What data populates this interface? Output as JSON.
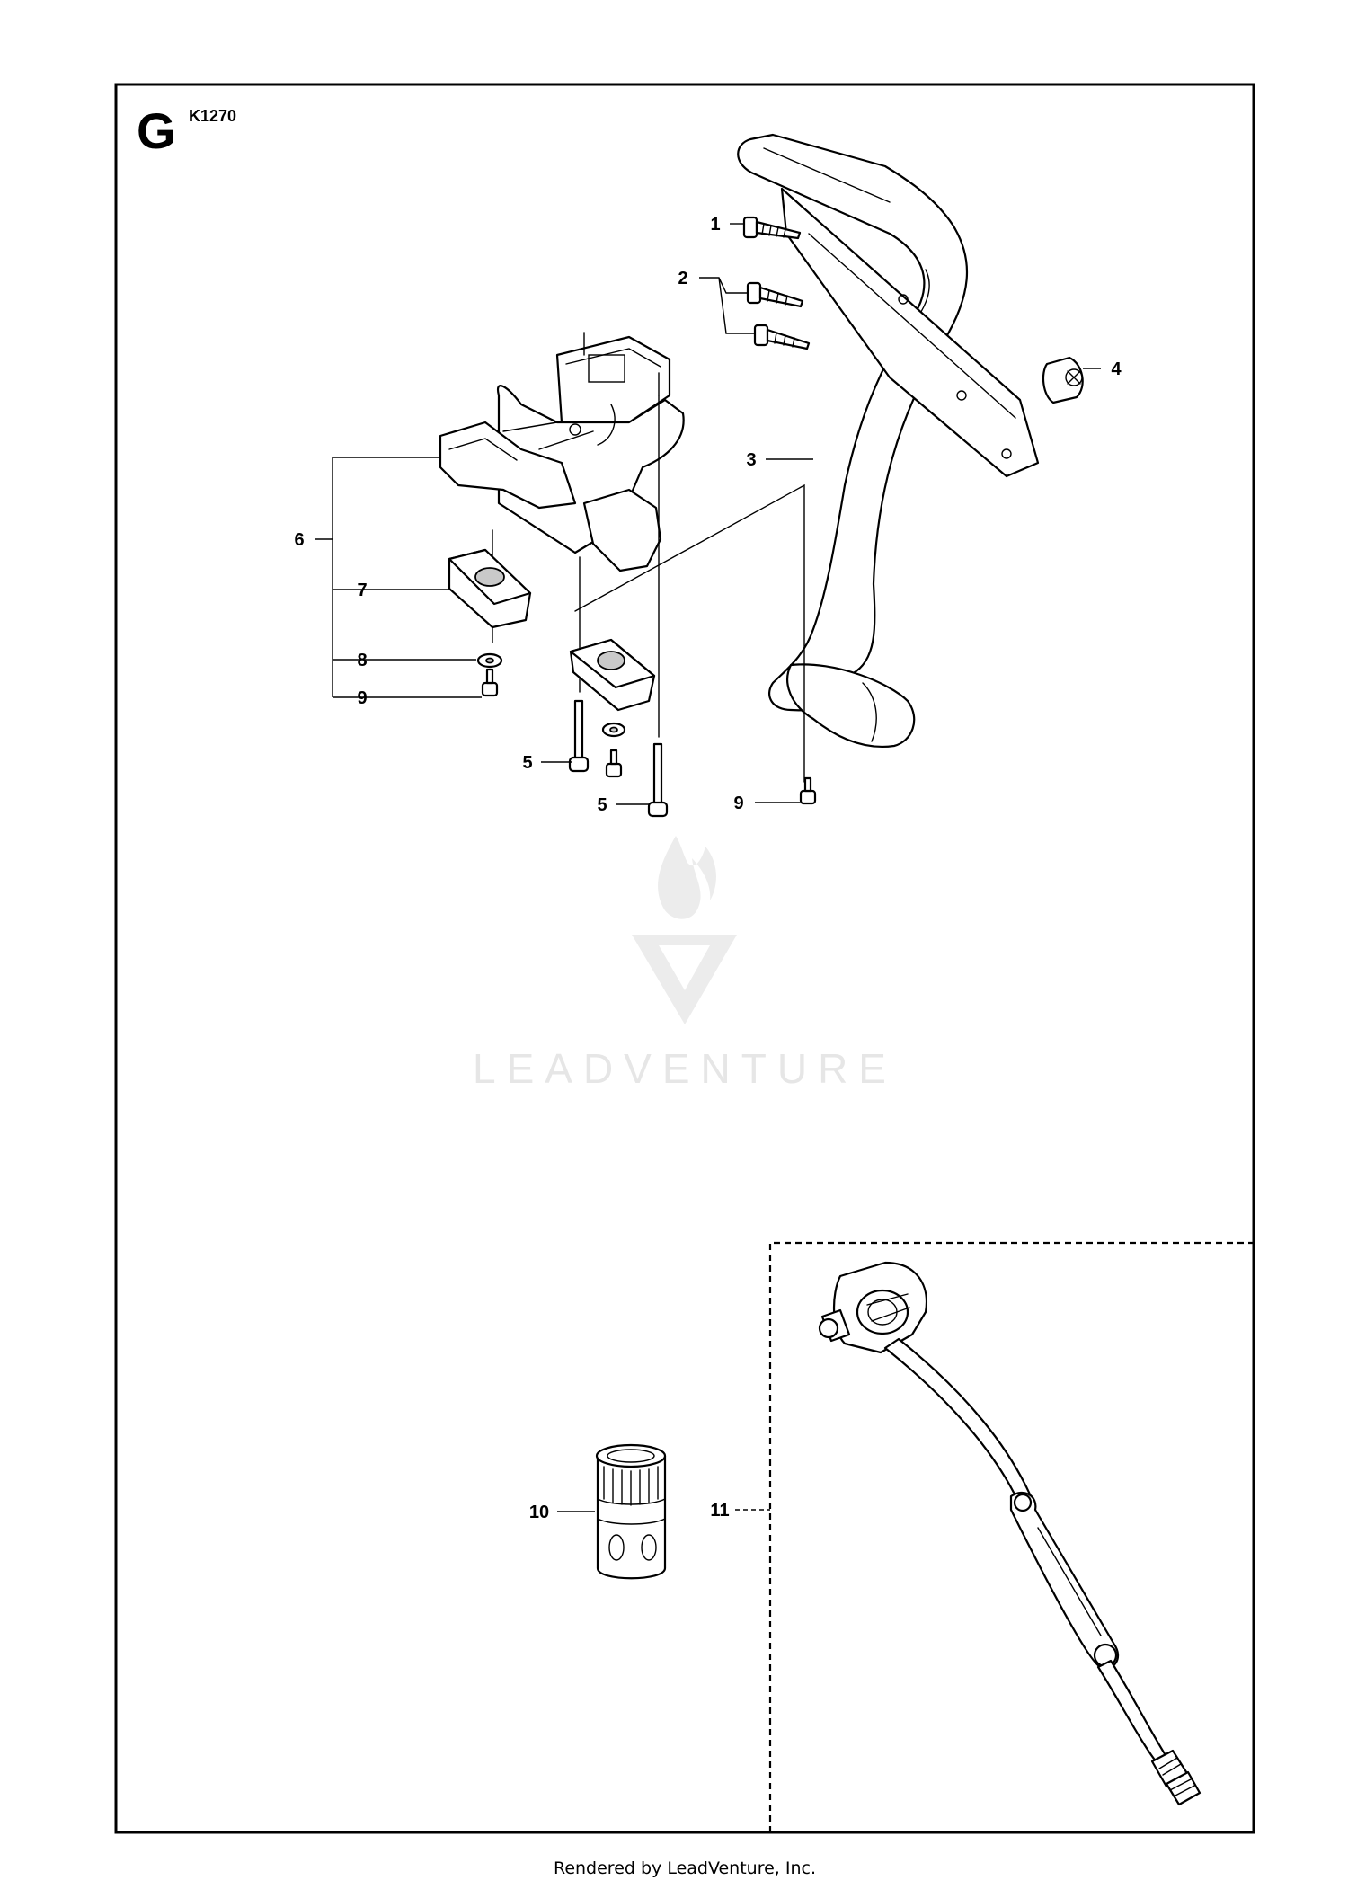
{
  "section": {
    "letter": "G",
    "model": "K1270"
  },
  "watermark": {
    "brand": "LEADVENTURE"
  },
  "footer": {
    "text": "Rendered by LeadVenture, Inc."
  },
  "callouts": [
    {
      "id": "c1",
      "label": "1"
    },
    {
      "id": "c2",
      "label": "2"
    },
    {
      "id": "c3",
      "label": "3"
    },
    {
      "id": "c4",
      "label": "4"
    },
    {
      "id": "c5a",
      "label": "5"
    },
    {
      "id": "c5b",
      "label": "5"
    },
    {
      "id": "c6",
      "label": "6"
    },
    {
      "id": "c7",
      "label": "7"
    },
    {
      "id": "c8",
      "label": "8"
    },
    {
      "id": "c9a",
      "label": "9"
    },
    {
      "id": "c9b",
      "label": "9"
    },
    {
      "id": "c10",
      "label": "10"
    },
    {
      "id": "c11",
      "label": "11"
    }
  ]
}
